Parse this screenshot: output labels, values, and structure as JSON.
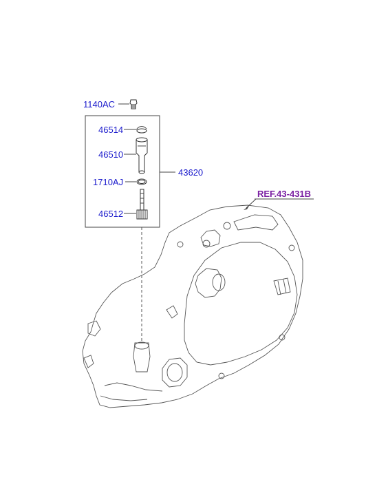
{
  "parts": {
    "p1140ac": "1140AC",
    "p46514": "46514",
    "p46510": "46510",
    "p1710aj": "1710AJ",
    "p46512": "46512",
    "p43620": "43620"
  },
  "reference": {
    "label": "REF.43-431B",
    "color": "#7a1fa2"
  },
  "colors": {
    "part_label": "#1a1acc",
    "line": "#444444"
  }
}
